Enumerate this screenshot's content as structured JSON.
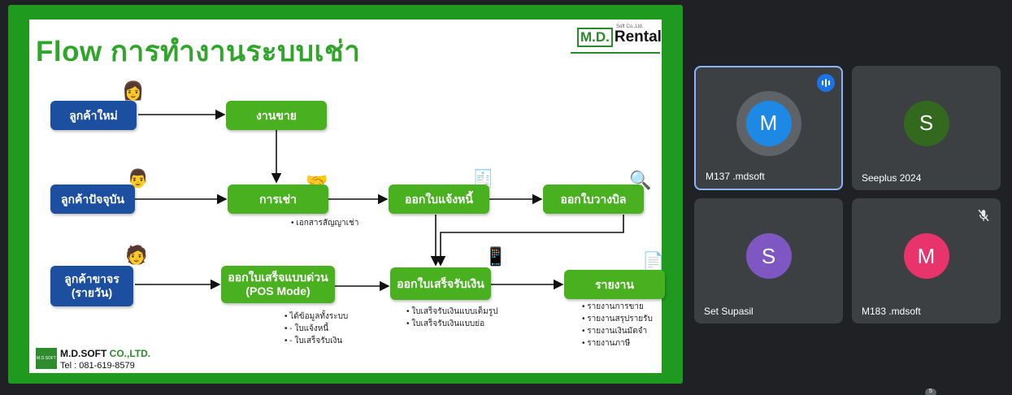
{
  "slide": {
    "title": "Flow การทำงานระบบเช่า",
    "logo": {
      "md": "M.D.",
      "rental": "Rental",
      "sub": "Soft Co.,Ltd."
    },
    "left_boxes": {
      "new_customer": "ลูกค้าใหม่",
      "current_customer": "ลูกค้าปัจจุบัน",
      "walkin_line1": "ลูกค้าขาจร",
      "walkin_line2": "(รายวัน)"
    },
    "flow_boxes": {
      "sales": "งานขาย",
      "rent": "การเช่า",
      "invoice": "ออกใบแจ้งหนี้",
      "billing": "ออกใบวางบิล",
      "quick_receipt_line1": "ออกใบเสร็จแบบด่วน",
      "quick_receipt_line2": "(POS Mode)",
      "receipt": "ออกใบเสร็จรับเงิน",
      "report": "รายงาน"
    },
    "notes": {
      "rent": [
        "เอกสารสัญญาเช่า"
      ],
      "pos": [
        "ได้ข้อมูลทั้งระบบ",
        "- ใบแจ้งหนี้",
        "- ใบเสร็จรับเงิน"
      ],
      "receipt": [
        "ใบเสร็จรับเงินแบบเต็มรูป",
        "ใบเสร็จรับเงินแบบย่อ"
      ],
      "report": [
        "รายงานการขาย",
        "รายงานสรุปรายรับ",
        "รายงานเงินมัดจำ",
        "รายงานภาษี"
      ]
    },
    "footer": {
      "logo_text": "M.D.SOFT",
      "company": "M.D.SOFT",
      "company_suffix": "CO.,LTD.",
      "tel": "Tel : 081-619-8579"
    }
  },
  "participants": [
    {
      "initial": "M",
      "name": "M137 .mdsoft",
      "color": "#1e88e5",
      "speaking": true
    },
    {
      "initial": "S",
      "name": "Seeplus 2024",
      "color": "#33691e",
      "speaking": false
    },
    {
      "initial": "S",
      "name": "Set Supasil",
      "color": "#7e57c2",
      "speaking": false
    },
    {
      "initial": "M",
      "name": "M183 .mdsoft",
      "color": "#e8336d",
      "muted": true
    }
  ],
  "bottom_badge": "5"
}
